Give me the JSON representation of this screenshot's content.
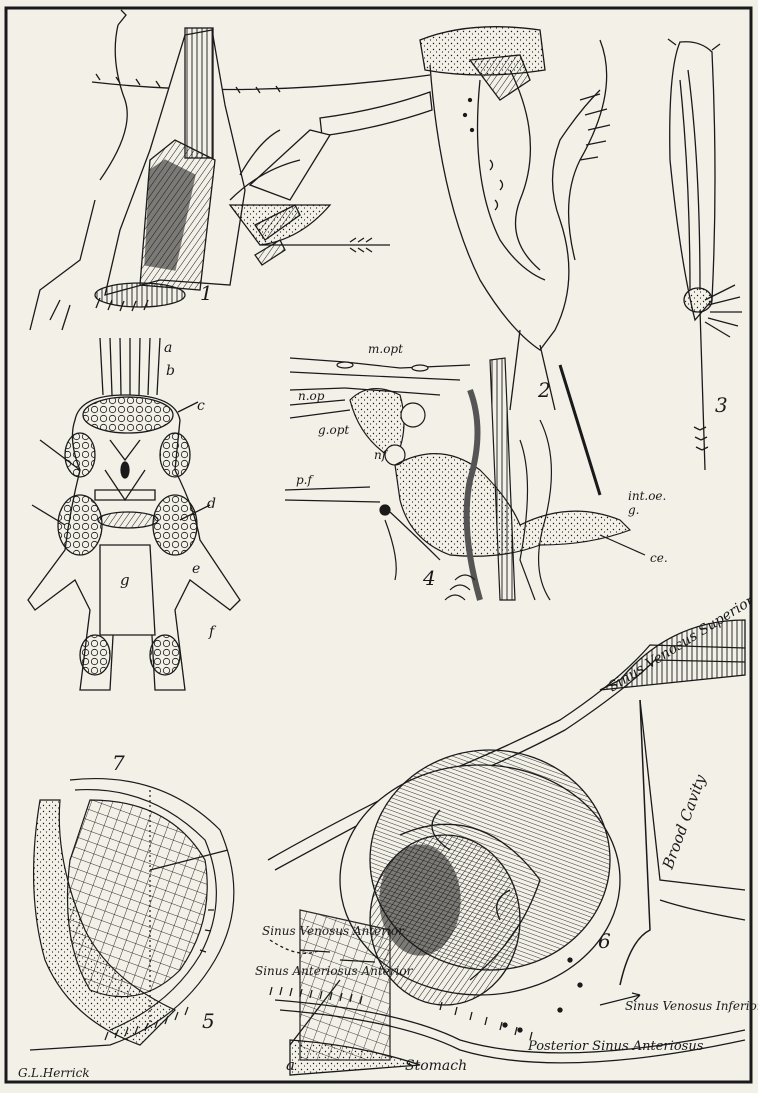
{
  "plate": {
    "ink_color": "#1a1a1a",
    "paper_color": "#f3f0e8",
    "figure_numbers": [
      "1",
      "2",
      "3",
      "4",
      "5",
      "6",
      "7"
    ],
    "signature": "G.L.Herrick"
  },
  "figure4_labels": {
    "m_opt": "m.opt",
    "n_op": "n.op",
    "g_opt": "g.opt",
    "nf": "nf",
    "p_f": "p.f",
    "int_oe": "int.oe.",
    "g": "g.",
    "ce": "ce."
  },
  "figure6_labels": {
    "sinus_venosus_superior": "Sinus Venosus Superior",
    "brood_cavity": "Brood Cavity",
    "sinus_venosus_anterior": "Sinus Venosus Anterior",
    "sinus_anteriosus_anterior": "Sinus Anteriosus Anterior",
    "sinus_venosus_inferior": "Sinus Venosus Inferior",
    "posterior_sinus_anteriosus": "Posterior Sinus Anteriosus",
    "stomach": "Stomach",
    "a": "a"
  },
  "figure7_labels": [
    "a",
    "b",
    "c",
    "d",
    "e",
    "f",
    "g"
  ]
}
